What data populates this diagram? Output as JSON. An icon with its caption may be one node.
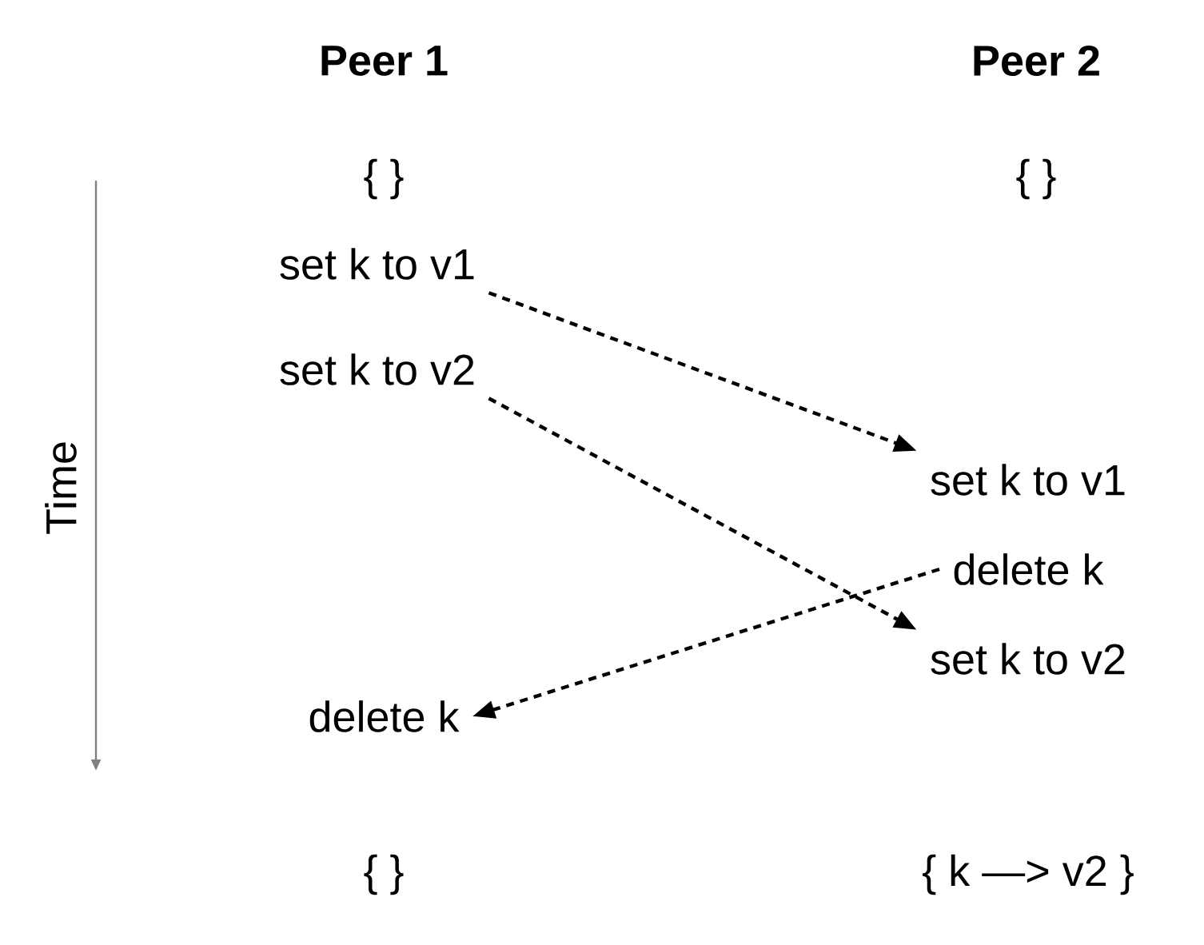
{
  "diagram": {
    "nodes": [
      {
        "text": [
          "set k to v1"
        ]
      },
      {
        "text": [
          "set k to v2"
        ]
      },
      {
        "text": [
          "set k to v1"
        ]
      },
      {
        "text": [
          "delete k"
        ]
      },
      {
        "text": [
          "set k to v2"
        ]
      },
      {
        "text": [
          "delete k"
        ]
      }
    ],
    "edges": [
      {
        "from": 0,
        "to": 2,
        "arrow": "to",
        "style": "dashed"
      },
      {
        "from": 1,
        "to": 4,
        "arrow": "to",
        "style": "dashed"
      },
      {
        "from": 3,
        "to": 5,
        "arrow": "to",
        "style": "dashed"
      }
    ],
    "labels": [
      "Peer 1",
      "Peer 2",
      "{ }",
      "{ }",
      "Time",
      "{ }",
      "{ k —> v2 }"
    ]
  }
}
